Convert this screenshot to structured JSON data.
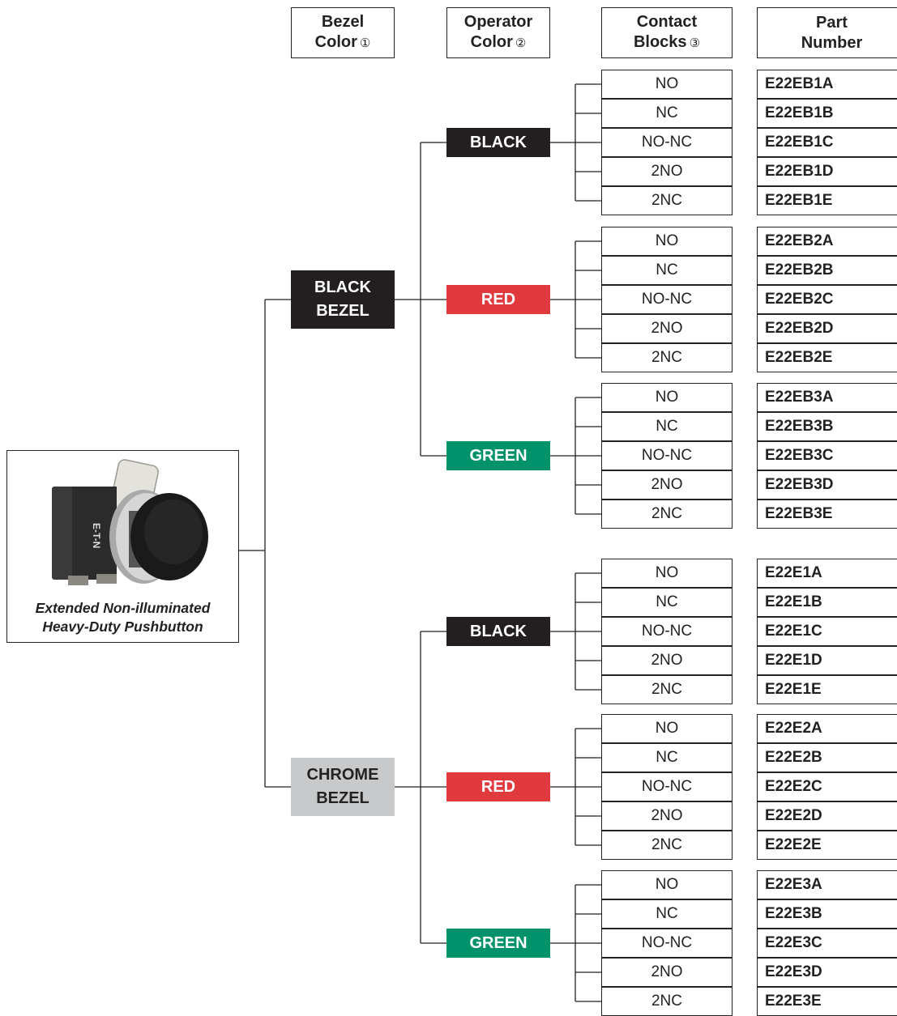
{
  "headers": {
    "bezel": {
      "line1": "Bezel",
      "line2": "Color",
      "note": "①"
    },
    "operator": {
      "line1": "Operator",
      "line2": "Color",
      "note": "②"
    },
    "contact": {
      "line1": "Contact",
      "line2": "Blocks",
      "note": "③"
    },
    "part": {
      "line1": "Part",
      "line2": "Number",
      "note": ""
    }
  },
  "product": {
    "caption_line1": "Extended Non-illuminated",
    "caption_line2": "Heavy-Duty Pushbutton",
    "photo_labels": [
      "E-T-N"
    ]
  },
  "colors": {
    "black": "#231f20",
    "red": "#e0393e",
    "green": "#00936b",
    "chrome": "#c8c9cb",
    "line": "#222222"
  },
  "bezels": [
    {
      "label": "BLACK\nBEZEL",
      "style": "black",
      "operators": [
        {
          "label": "BLACK",
          "style": "black",
          "contacts": [
            "NO",
            "NC",
            "NO-NC",
            "2NO",
            "2NC"
          ],
          "parts": [
            "E22EB1A",
            "E22EB1B",
            "E22EB1C",
            "E22EB1D",
            "E22EB1E"
          ]
        },
        {
          "label": "RED",
          "style": "red",
          "contacts": [
            "NO",
            "NC",
            "NO-NC",
            "2NO",
            "2NC"
          ],
          "parts": [
            "E22EB2A",
            "E22EB2B",
            "E22EB2C",
            "E22EB2D",
            "E22EB2E"
          ]
        },
        {
          "label": "GREEN",
          "style": "green",
          "contacts": [
            "NO",
            "NC",
            "NO-NC",
            "2NO",
            "2NC"
          ],
          "parts": [
            "E22EB3A",
            "E22EB3B",
            "E22EB3C",
            "E22EB3D",
            "E22EB3E"
          ]
        }
      ]
    },
    {
      "label": "CHROME\nBEZEL",
      "style": "chrome",
      "operators": [
        {
          "label": "BLACK",
          "style": "black",
          "contacts": [
            "NO",
            "NC",
            "NO-NC",
            "2NO",
            "2NC"
          ],
          "parts": [
            "E22E1A",
            "E22E1B",
            "E22E1C",
            "E22E1D",
            "E22E1E"
          ]
        },
        {
          "label": "RED",
          "style": "red",
          "contacts": [
            "NO",
            "NC",
            "NO-NC",
            "2NO",
            "2NC"
          ],
          "parts": [
            "E22E2A",
            "E22E2B",
            "E22E2C",
            "E22E2D",
            "E22E2E"
          ]
        },
        {
          "label": "GREEN",
          "style": "green",
          "contacts": [
            "NO",
            "NC",
            "NO-NC",
            "2NO",
            "2NC"
          ],
          "parts": [
            "E22E3A",
            "E22E3B",
            "E22E3C",
            "E22E3D",
            "E22E3E"
          ]
        }
      ]
    }
  ]
}
